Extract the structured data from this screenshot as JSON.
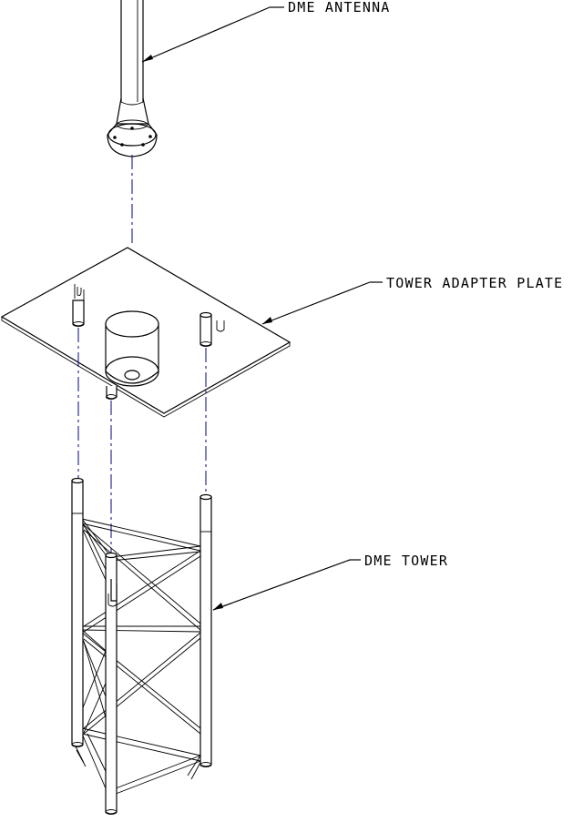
{
  "labels": {
    "antenna": "DME ANTENNA",
    "plate": "TOWER ADAPTER PLATE",
    "tower": "DME TOWER"
  },
  "colors": {
    "line": "#000000",
    "centerline": "#1a1a8c",
    "background": "#ffffff"
  }
}
